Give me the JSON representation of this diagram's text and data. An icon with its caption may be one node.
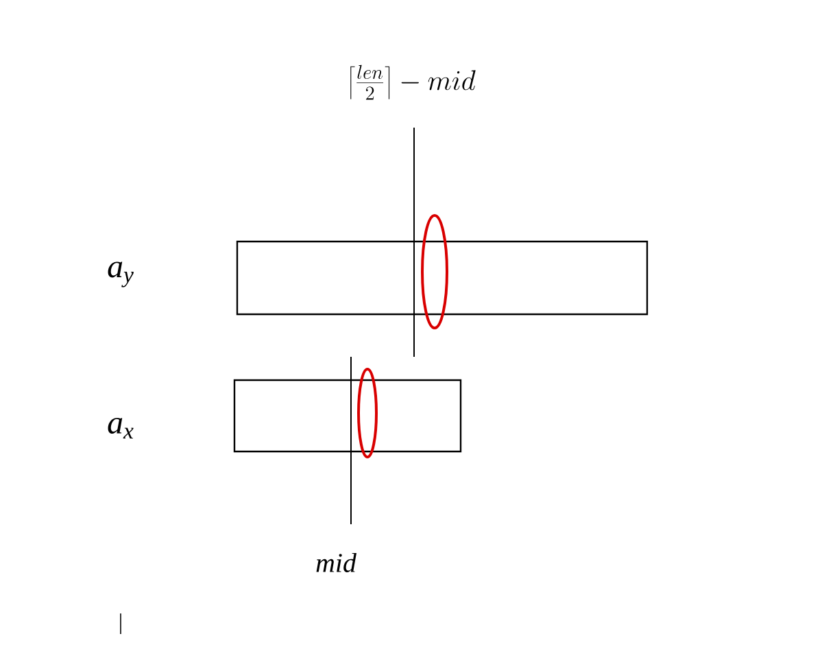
{
  "diagram": {
    "nodes": [
      {
        "text": [],
        "shape": "box",
        "beside": [
          "a$_{y}$"
        ]
      },
      {
        "text": [],
        "shape": "box",
        "beside": [
          "a$_{x}$"
        ]
      }
    ],
    "labels": [
      "\\left\\lceil \\frac{len}{2} \\right\\rceil - mid",
      "mid"
    ]
  }
}
